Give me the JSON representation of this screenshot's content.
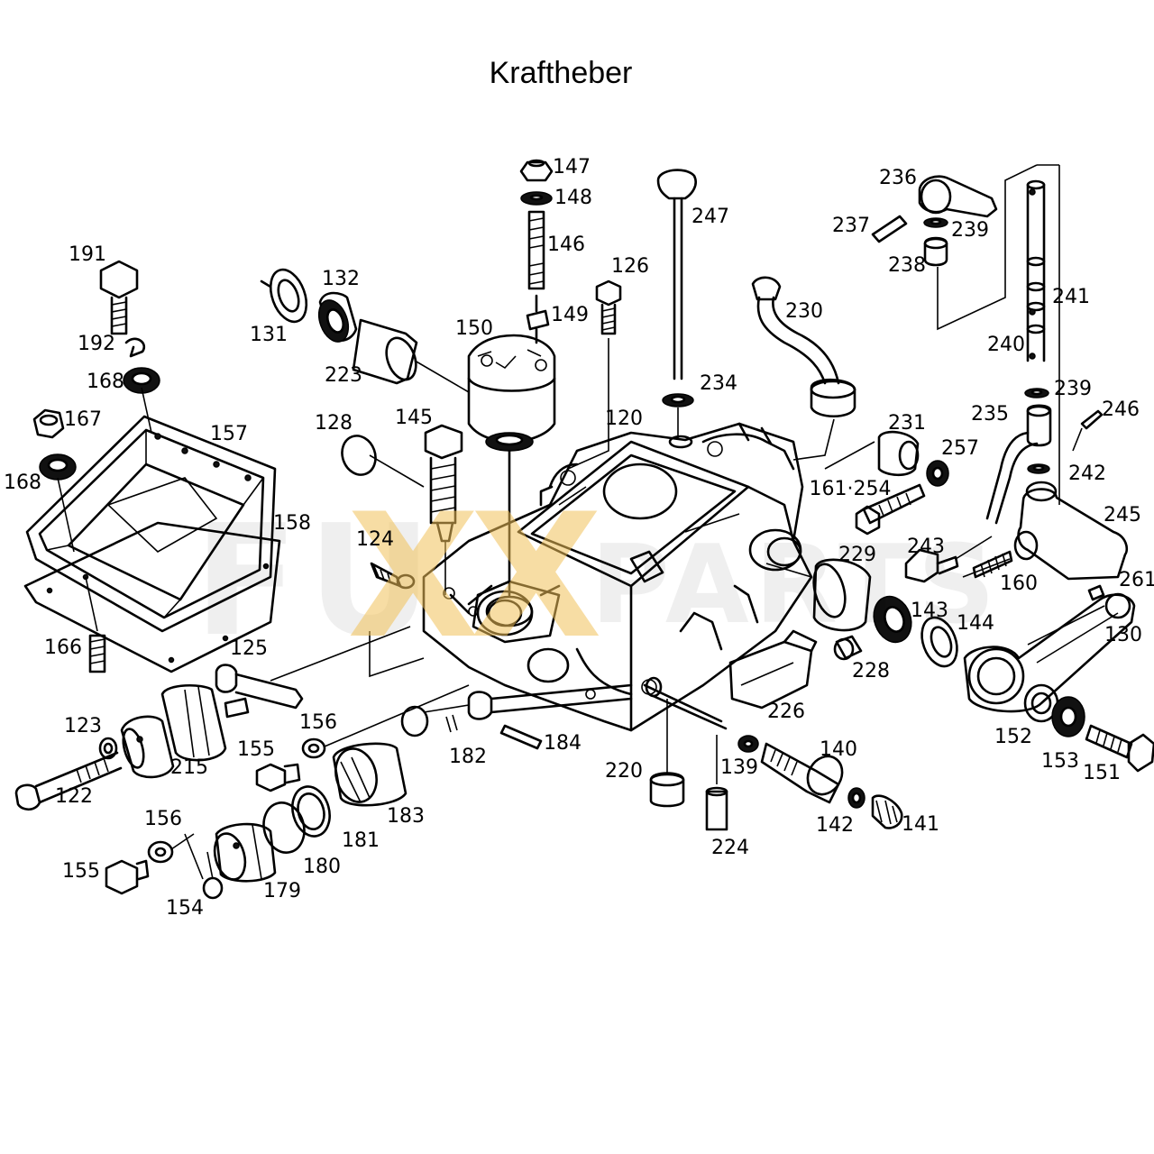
{
  "title": "Kraftheber",
  "watermark": {
    "part1": "FU",
    "part2": "XX",
    "part3": "PARTS",
    "accent_color": "#f2c25a"
  },
  "labels": [
    {
      "id": "147",
      "text": "147"
    },
    {
      "id": "148",
      "text": "148"
    },
    {
      "id": "146",
      "text": "146"
    },
    {
      "id": "149",
      "text": "149"
    },
    {
      "id": "126",
      "text": "126"
    },
    {
      "id": "247",
      "text": "247"
    },
    {
      "id": "236",
      "text": "236"
    },
    {
      "id": "237",
      "text": "237"
    },
    {
      "id": "239a",
      "text": "239"
    },
    {
      "id": "238",
      "text": "238"
    },
    {
      "id": "241",
      "text": "241"
    },
    {
      "id": "240",
      "text": "240"
    },
    {
      "id": "239b",
      "text": "239"
    },
    {
      "id": "235",
      "text": "235"
    },
    {
      "id": "246",
      "text": "246"
    },
    {
      "id": "242",
      "text": "242"
    },
    {
      "id": "245",
      "text": "245"
    },
    {
      "id": "191",
      "text": "191"
    },
    {
      "id": "132",
      "text": "132"
    },
    {
      "id": "131",
      "text": "131"
    },
    {
      "id": "223",
      "text": "223"
    },
    {
      "id": "150",
      "text": "150"
    },
    {
      "id": "230",
      "text": "230"
    },
    {
      "id": "234",
      "text": "234"
    },
    {
      "id": "192",
      "text": "192"
    },
    {
      "id": "168a",
      "text": "168"
    },
    {
      "id": "167",
      "text": "167"
    },
    {
      "id": "157",
      "text": "157"
    },
    {
      "id": "168b",
      "text": "168"
    },
    {
      "id": "128",
      "text": "128"
    },
    {
      "id": "145",
      "text": "145"
    },
    {
      "id": "120",
      "text": "120"
    },
    {
      "id": "231",
      "text": "231"
    },
    {
      "id": "257",
      "text": "257"
    },
    {
      "id": "161-254",
      "text": "161·254"
    },
    {
      "id": "158",
      "text": "158"
    },
    {
      "id": "124",
      "text": "124"
    },
    {
      "id": "229",
      "text": "229"
    },
    {
      "id": "243",
      "text": "243"
    },
    {
      "id": "160",
      "text": "160"
    },
    {
      "id": "261",
      "text": "261"
    },
    {
      "id": "143",
      "text": "143"
    },
    {
      "id": "144",
      "text": "144"
    },
    {
      "id": "130",
      "text": "130"
    },
    {
      "id": "166",
      "text": "166"
    },
    {
      "id": "125",
      "text": "125"
    },
    {
      "id": "228",
      "text": "228"
    },
    {
      "id": "156a",
      "text": "156"
    },
    {
      "id": "226",
      "text": "226"
    },
    {
      "id": "123",
      "text": "123"
    },
    {
      "id": "215",
      "text": "215"
    },
    {
      "id": "155a",
      "text": "155"
    },
    {
      "id": "182",
      "text": "182"
    },
    {
      "id": "184",
      "text": "184"
    },
    {
      "id": "140",
      "text": "140"
    },
    {
      "id": "152",
      "text": "152"
    },
    {
      "id": "153",
      "text": "153"
    },
    {
      "id": "151",
      "text": "151"
    },
    {
      "id": "122",
      "text": "122"
    },
    {
      "id": "139",
      "text": "139"
    },
    {
      "id": "220",
      "text": "220"
    },
    {
      "id": "183",
      "text": "183"
    },
    {
      "id": "142",
      "text": "142"
    },
    {
      "id": "141",
      "text": "141"
    },
    {
      "id": "156b",
      "text": "156"
    },
    {
      "id": "181",
      "text": "181"
    },
    {
      "id": "224",
      "text": "224"
    },
    {
      "id": "155b",
      "text": "155"
    },
    {
      "id": "180",
      "text": "180"
    },
    {
      "id": "179",
      "text": "179"
    },
    {
      "id": "154",
      "text": "154"
    }
  ]
}
